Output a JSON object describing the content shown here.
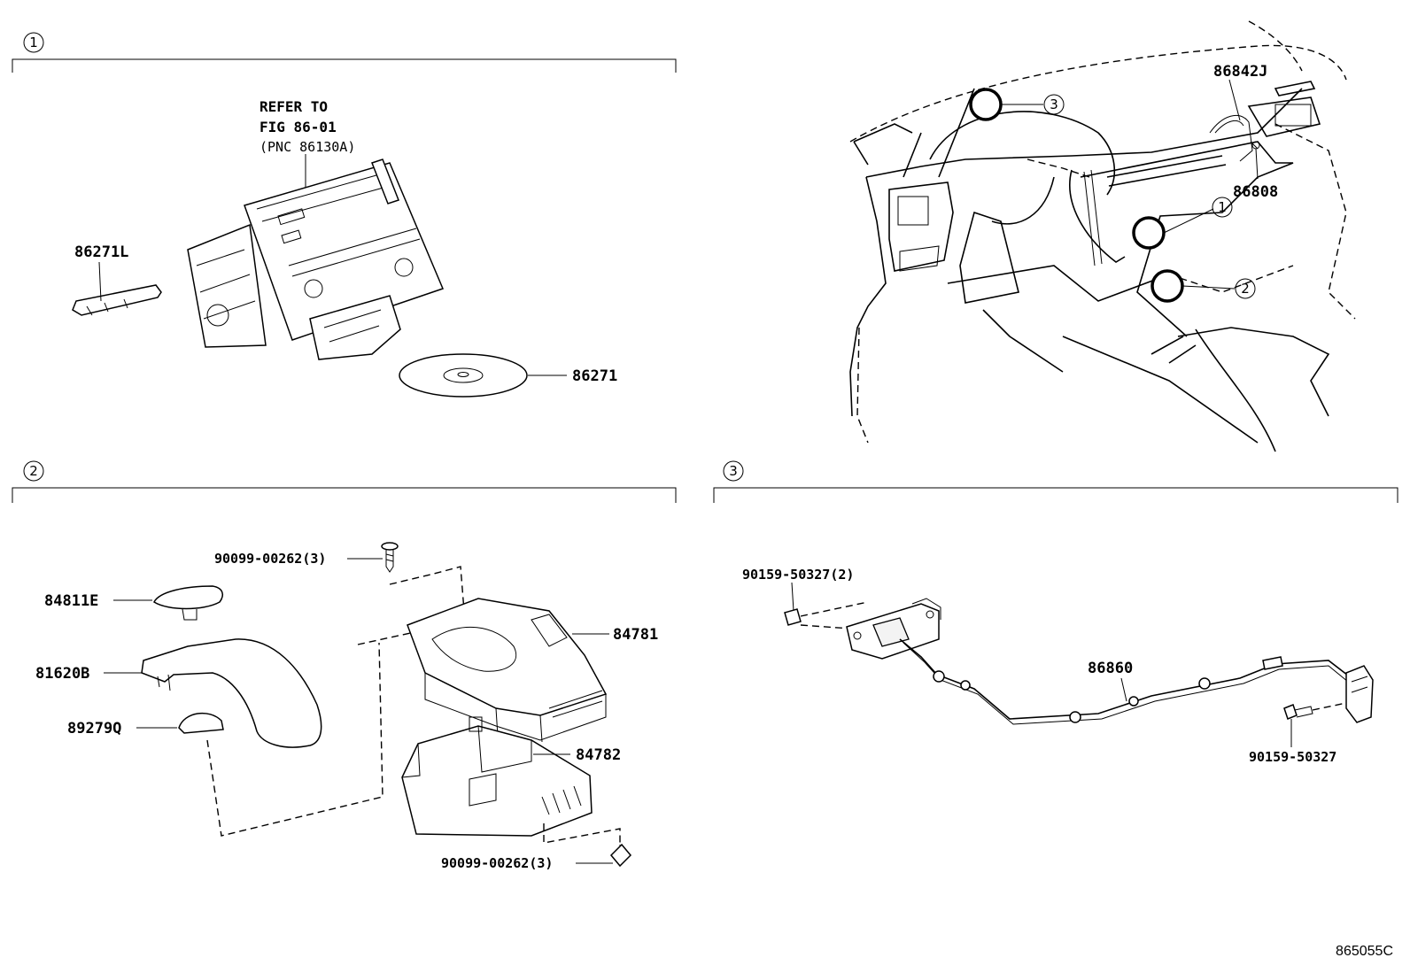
{
  "sections": [
    {
      "number": "1"
    },
    {
      "number": "2"
    },
    {
      "number": "3"
    }
  ],
  "section1": {
    "note_line1": "REFER TO",
    "note_line2": "FIG 86-01",
    "note_line3": "(PNC 86130A)",
    "label_86271L": "86271L",
    "label_86271": "86271"
  },
  "overview": {
    "label_86842J": "86842J",
    "label_86808": "86808",
    "callouts": [
      "3",
      "1",
      "2"
    ]
  },
  "section2": {
    "screw_top": "90099-00262(3)",
    "label_84811E": "84811E",
    "label_84781": "84781",
    "label_81620B": "81620B",
    "label_89279Q": "89279Q",
    "label_84782": "84782",
    "screw_bottom": "90099-00262(3)"
  },
  "section3": {
    "screw_left": "90159-50327(2)",
    "label_86860": "86860",
    "screw_right": "90159-50327"
  },
  "figure_code": "865055C"
}
